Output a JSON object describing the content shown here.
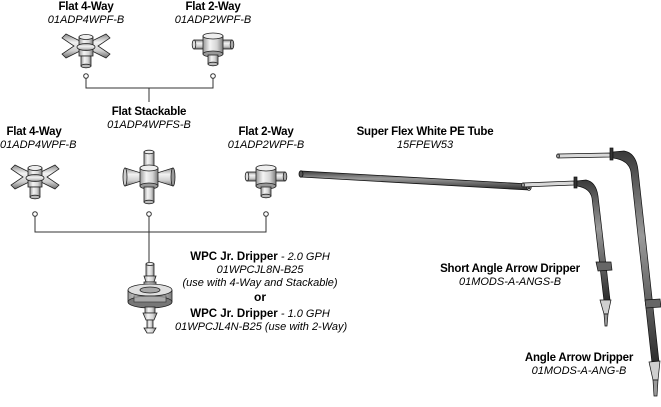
{
  "parts": {
    "flat4_top": {
      "name": "Flat 4-Way",
      "sku": "01ADP4WPF-B"
    },
    "flat2_top": {
      "name": "Flat 2-Way",
      "sku": "01ADP2WPF-B"
    },
    "stackable": {
      "name": "Flat Stackable",
      "sku": "01ADP4WPFS-B"
    },
    "flat4_mid": {
      "name": "Flat 4-Way",
      "sku": "01ADP4WPF-B"
    },
    "flat2_mid": {
      "name": "Flat 2-Way",
      "sku": "01ADP2WPF-B"
    },
    "tube": {
      "name": "Super Flex White PE Tube",
      "sku": "15FPEW53"
    },
    "short_arrow": {
      "name": "Short Angle Arrow Dripper",
      "sku": "01MODS-A-ANGS-B"
    },
    "long_arrow": {
      "name": "Angle Arrow Dripper",
      "sku": "01MODS-A-ANG-B"
    }
  },
  "dripper_text": {
    "line1_name": "WPC Jr. Dripper",
    "line1_rate": " - 2.0 GPH",
    "line2_sku": "01WPCJL8N-B25",
    "line3_note": "(use with 4-Way and Stackable)",
    "or": "or",
    "line4_name": "WPC Jr. Dripper",
    "line4_rate": " - 1.0 GPH",
    "line5": "01WPCJL4N-B25 (use with 2-Way)"
  },
  "colors": {
    "line": "#333333",
    "part_light": "#e6e6e6",
    "part_mid": "#b8b8b8",
    "part_dark": "#555555"
  }
}
